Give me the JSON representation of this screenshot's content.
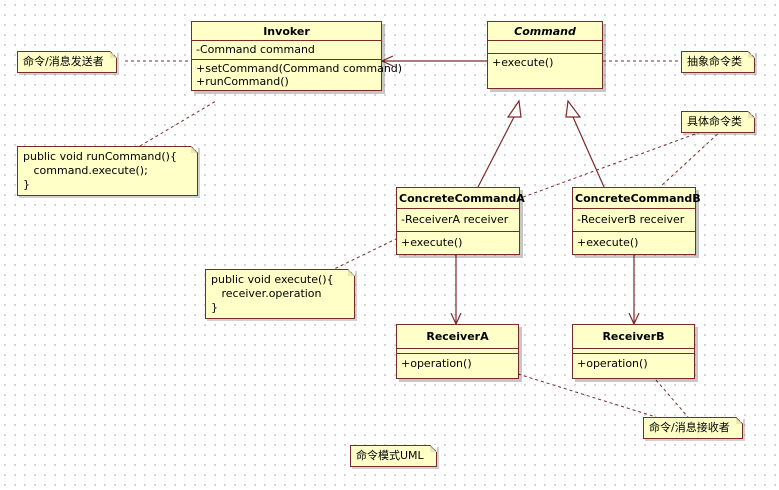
{
  "classes": {
    "invoker": {
      "name": "Invoker",
      "attributes": [
        "-Command command"
      ],
      "operations": [
        "+setCommand(Command command)",
        "+runCommand()"
      ]
    },
    "command": {
      "name": "Command",
      "attributes": [],
      "operations": [
        "+execute()"
      ]
    },
    "concrete_a": {
      "name": "ConcreteCommandA",
      "attributes": [
        "-ReceiverA receiver"
      ],
      "operations": [
        "+execute()"
      ]
    },
    "concrete_b": {
      "name": "ConcreteCommandB",
      "attributes": [
        "-ReceiverB receiver"
      ],
      "operations": [
        "+execute()"
      ]
    },
    "receiver_a": {
      "name": "ReceiverA",
      "attributes": [],
      "operations": [
        "+operation()"
      ]
    },
    "receiver_b": {
      "name": "ReceiverB",
      "attributes": [],
      "operations": [
        "+operation()"
      ]
    }
  },
  "notes": {
    "sender": "命令/消息发送者",
    "abstract_command": "抽象命令类",
    "concrete_commands": "具体命令类",
    "receivers": "命令/消息接收者",
    "title": "命令模式UML",
    "run_command_code": [
      "public void runCommand(){",
      "   command.execute();",
      "}"
    ],
    "execute_code": [
      "public void execute(){",
      "   receiver.operation",
      "}"
    ]
  },
  "colors": {
    "class_fill": "#ffffc8",
    "border": "#7a2a2a",
    "line": "#7a2a2a"
  }
}
